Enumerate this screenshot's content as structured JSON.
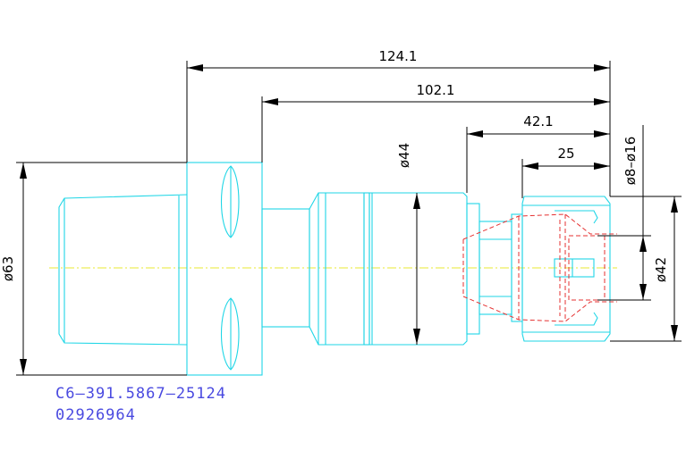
{
  "dimensions": {
    "overall_length": "124.1",
    "taper_to_nose": "102.1",
    "mid_length": "42.1",
    "nut_length": "25",
    "flange_diameter": "ø63",
    "body_diameter": "ø44",
    "nut_diameter": "ø42",
    "clamping_range": "ø8–ø16"
  },
  "part": {
    "code": "C6–391.5867–25124",
    "number": "02926964"
  },
  "colors": {
    "outline": "#1fd6e6",
    "hidden": "#e53030",
    "centerline": "#e8e832",
    "dimension": "#000000",
    "annotation": "#4a4ae0"
  }
}
